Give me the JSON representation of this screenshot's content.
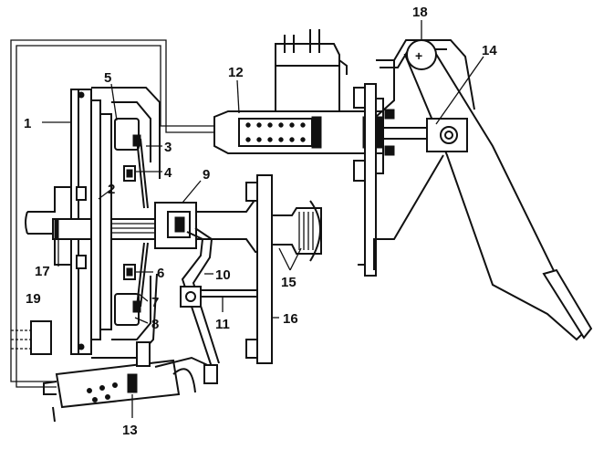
{
  "diagram": {
    "labels": [
      {
        "id": "1",
        "text": "1"
      },
      {
        "id": "2",
        "text": "2"
      },
      {
        "id": "3",
        "text": "3"
      },
      {
        "id": "4",
        "text": "4"
      },
      {
        "id": "5",
        "text": "5"
      },
      {
        "id": "6",
        "text": "6"
      },
      {
        "id": "7",
        "text": "7"
      },
      {
        "id": "8",
        "text": "8"
      },
      {
        "id": "9",
        "text": "9"
      },
      {
        "id": "10",
        "text": "10"
      },
      {
        "id": "11",
        "text": "11"
      },
      {
        "id": "12",
        "text": "12"
      },
      {
        "id": "13",
        "text": "13"
      },
      {
        "id": "14",
        "text": "14"
      },
      {
        "id": "15",
        "text": "15"
      },
      {
        "id": "16",
        "text": "16"
      },
      {
        "id": "17",
        "text": "17"
      },
      {
        "id": "18",
        "text": "18"
      },
      {
        "id": "19",
        "text": "19"
      }
    ],
    "colors": {
      "ink": "#111111",
      "paper": "#ffffff"
    }
  }
}
